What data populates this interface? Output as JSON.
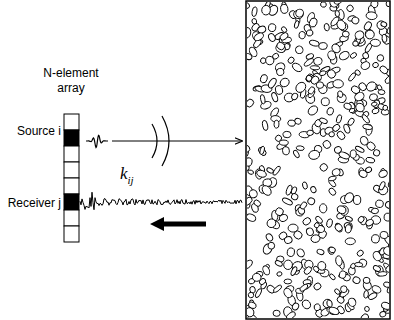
{
  "diagram": {
    "labels": [
      "N-element array",
      "Source i",
      "Receiver j",
      "kij"
    ]
  }
}
